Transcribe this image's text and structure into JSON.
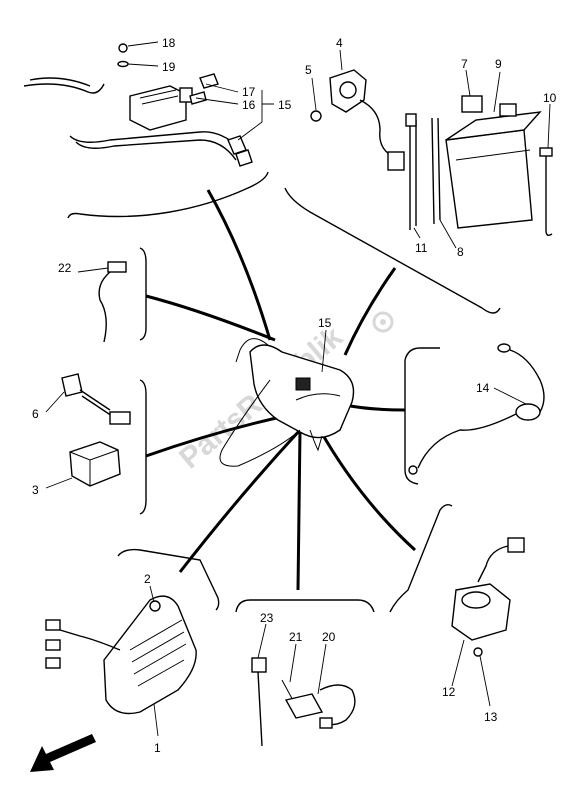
{
  "watermark": "PartsRepublik",
  "part_numbers": {
    "p1": "1",
    "p2": "2",
    "p3": "3",
    "p4": "4",
    "p5": "5",
    "p6": "6",
    "p7": "7",
    "p8": "8",
    "p9": "9",
    "p10": "10",
    "p11": "11",
    "p12": "12",
    "p13": "13",
    "p14": "14",
    "p15a": "15",
    "p15b": "15",
    "p16": "16",
    "p17": "17",
    "p18": "18",
    "p19": "19",
    "p20": "20",
    "p21": "21",
    "p22": "22",
    "p23": "23"
  }
}
